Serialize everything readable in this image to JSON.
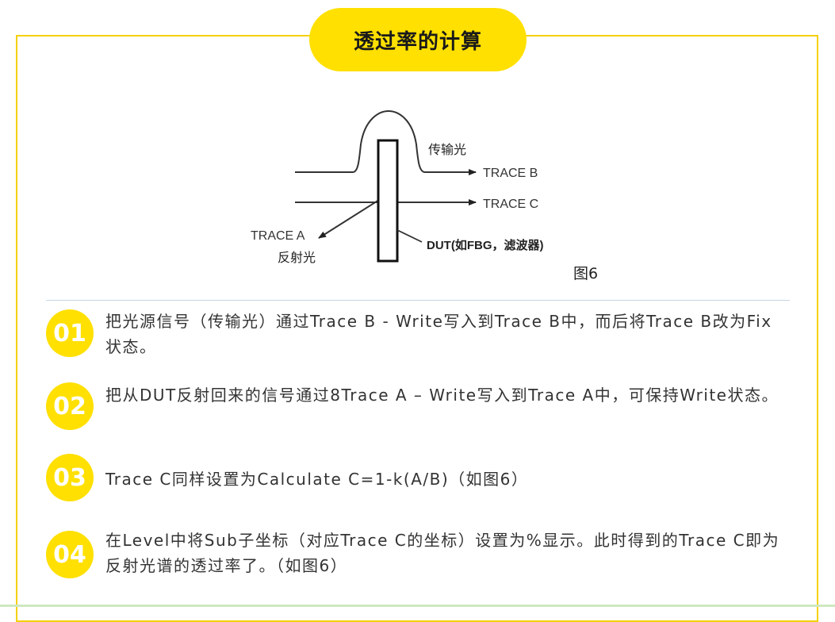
{
  "title": "透过率的计算",
  "diagram": {
    "transmitted_label": "传输光",
    "trace_b": "TRACE B",
    "trace_c": "TRACE C",
    "trace_a": "TRACE A",
    "reflected_label": "反射光",
    "dut_label": "DUT(如FBG，滤波器)"
  },
  "figure_caption": "图6",
  "steps": [
    {
      "num": "01",
      "text": "把光源信号（传输光）通过Trace B - Write写入到Trace B中，而后将Trace B改为Fix状态。"
    },
    {
      "num": "02",
      "text": "把从DUT反射回来的信号通过8Trace A – Write写入到Trace A中，可保持Write状态。"
    },
    {
      "num": "03",
      "text": "Trace C同样设置为Calculate C=1-k(A/B)（如图6）"
    },
    {
      "num": "04",
      "text": "在Level中将Sub子坐标（对应Trace C的坐标）设置为%显示。此时得到的Trace C即为反射光谱的透过率了。（如图6）"
    }
  ],
  "colors": {
    "accent_yellow": "#ffe000",
    "frame_border": "#f5d100",
    "divider": "#c5d5e4"
  }
}
